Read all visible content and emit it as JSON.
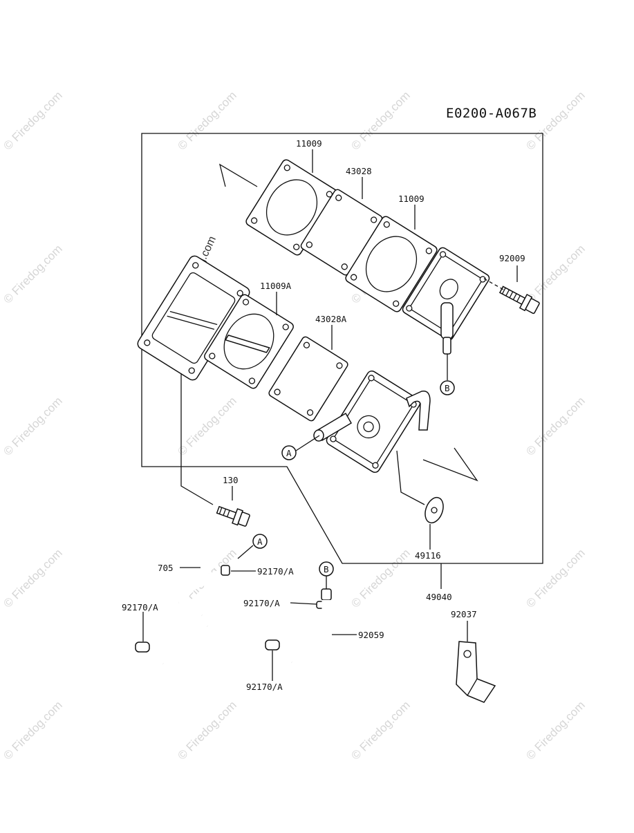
{
  "diagram_code": "E0200-A067B",
  "watermark": "© Firedog.com",
  "parts": {
    "gasket_top": "11009",
    "diaphragm_top": "43028",
    "gasket_mid": "11009",
    "bolt": "92009",
    "gasket_left": "11009A",
    "diaphragm_left": "43028A",
    "screw": "130",
    "washer": "49116",
    "fuel_pump_assy": "49040",
    "hose_705": "705",
    "clamp_a1": "92170/A",
    "clamp_a2": "92170/A",
    "clamp_left": "92170/A",
    "clamp_bottom": "92170/A",
    "hose_92059": "92059",
    "bracket": "92037"
  },
  "connectors": {
    "a1": "A",
    "a2": "A",
    "b1": "B",
    "b2": "B"
  }
}
